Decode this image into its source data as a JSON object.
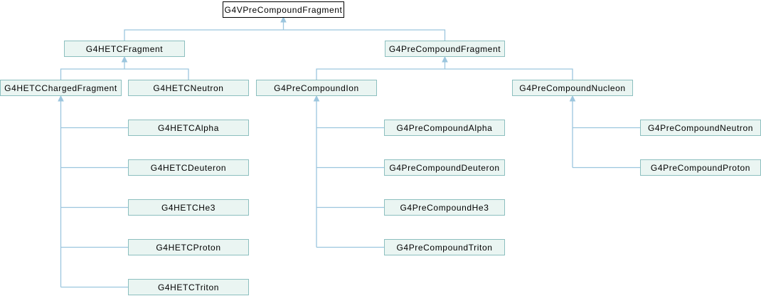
{
  "diagram": {
    "kind": "class-inheritance-graph",
    "root_class": "G4VPreCompoundFragment",
    "colors": {
      "edge": "#9cc6de",
      "node_border": "#8cbfbf",
      "node_fill": "#eaf5f2",
      "root_border": "#000000",
      "root_fill": "#ffffff",
      "text": "#000000",
      "background": "#ffffff"
    },
    "nodes": [
      {
        "label": "G4VPreCompoundFragment",
        "parent": null
      },
      {
        "label": "G4HETCFragment",
        "parent": "G4VPreCompoundFragment"
      },
      {
        "label": "G4PreCompoundFragment",
        "parent": "G4VPreCompoundFragment"
      },
      {
        "label": "G4HETCChargedFragment",
        "parent": "G4HETCFragment"
      },
      {
        "label": "G4HETCNeutron",
        "parent": "G4HETCFragment"
      },
      {
        "label": "G4PreCompoundIon",
        "parent": "G4PreCompoundFragment"
      },
      {
        "label": "G4PreCompoundNucleon",
        "parent": "G4PreCompoundFragment"
      },
      {
        "label": "G4HETCAlpha",
        "parent": "G4HETCChargedFragment"
      },
      {
        "label": "G4HETCDeuteron",
        "parent": "G4HETCChargedFragment"
      },
      {
        "label": "G4HETCHe3",
        "parent": "G4HETCChargedFragment"
      },
      {
        "label": "G4HETCProton",
        "parent": "G4HETCChargedFragment"
      },
      {
        "label": "G4HETCTriton",
        "parent": "G4HETCChargedFragment"
      },
      {
        "label": "G4PreCompoundAlpha",
        "parent": "G4PreCompoundIon"
      },
      {
        "label": "G4PreCompoundDeuteron",
        "parent": "G4PreCompoundIon"
      },
      {
        "label": "G4PreCompoundHe3",
        "parent": "G4PreCompoundIon"
      },
      {
        "label": "G4PreCompoundTriton",
        "parent": "G4PreCompoundIon"
      },
      {
        "label": "G4PreCompoundNeutron",
        "parent": "G4PreCompoundNucleon"
      },
      {
        "label": "G4PreCompoundProton",
        "parent": "G4PreCompoundNucleon"
      }
    ]
  }
}
